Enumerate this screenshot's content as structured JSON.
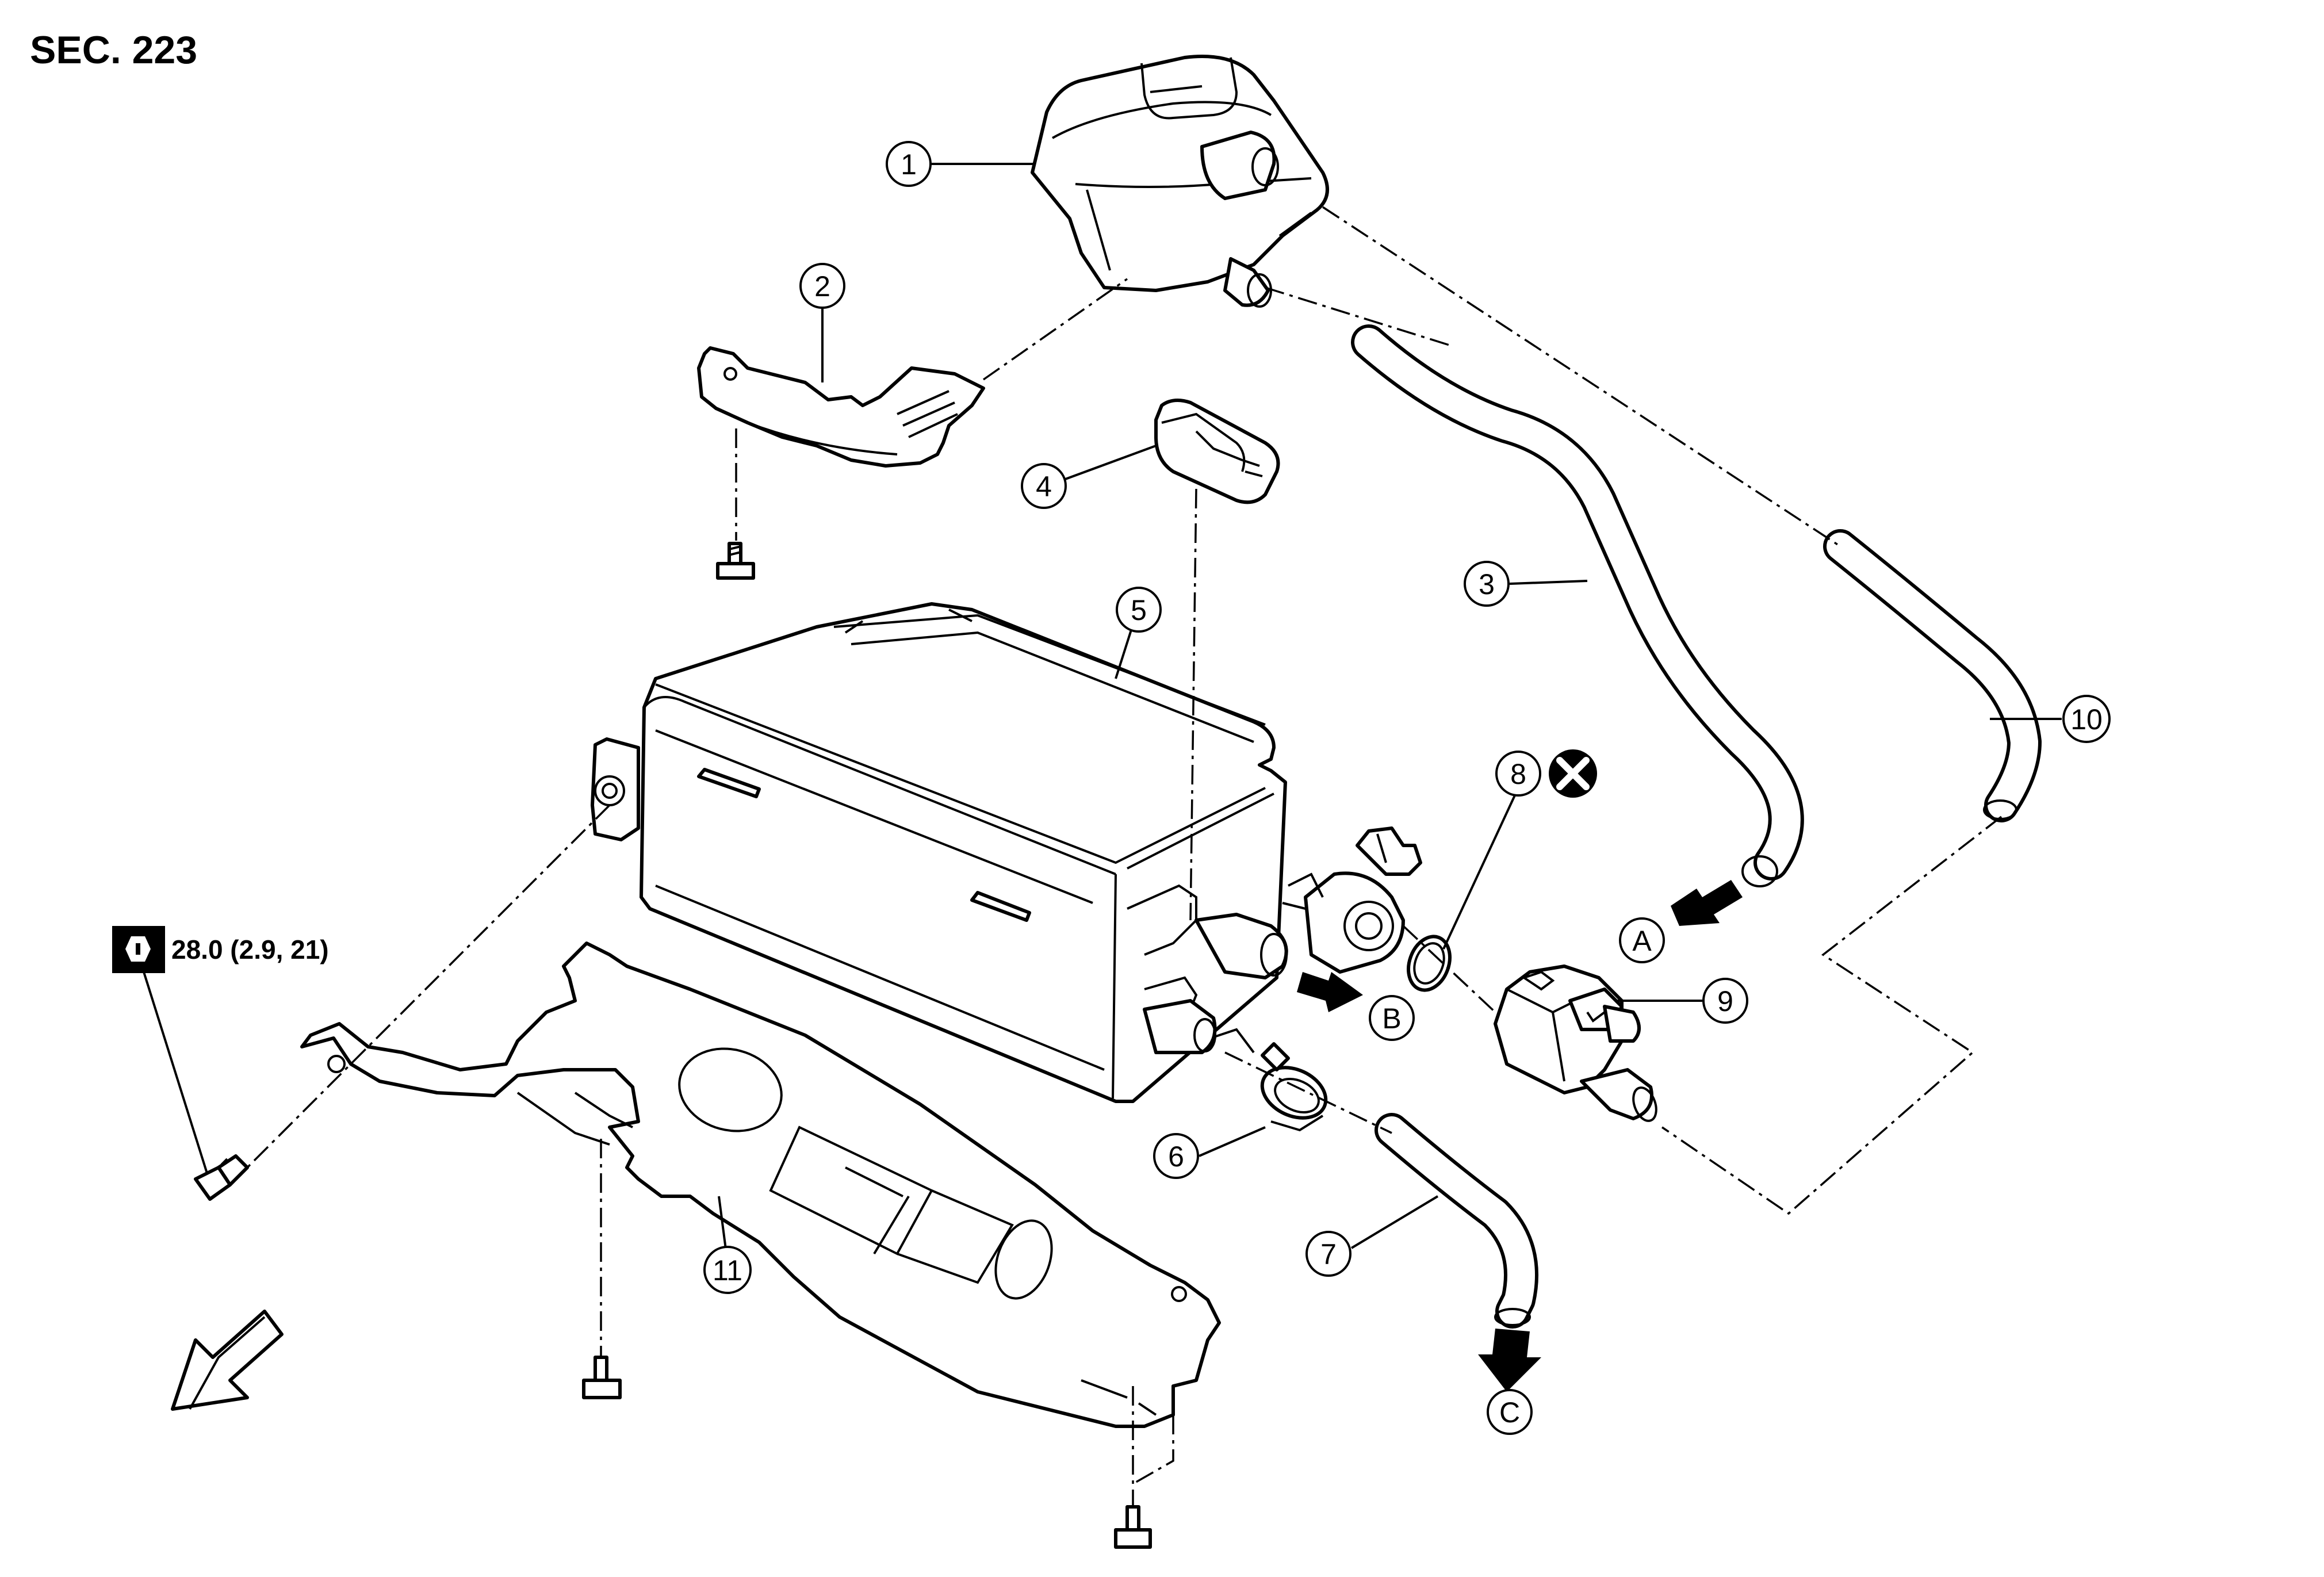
{
  "section_label": "SEC. 223",
  "torque_spec": "28.0 (2.9, 21)",
  "callouts": {
    "c1": "1",
    "c2": "2",
    "c3": "3",
    "c4": "4",
    "c5": "5",
    "c6": "6",
    "c7": "7",
    "c8": "8",
    "c9": "9",
    "c10": "10",
    "c11": "11"
  },
  "connection_marks": {
    "a": "A",
    "b": "B",
    "c": "C"
  },
  "icons": {
    "torque": "torque-wrench-icon",
    "no_reuse": "do-not-reuse-icon",
    "front": "vehicle-front-arrow-icon"
  }
}
